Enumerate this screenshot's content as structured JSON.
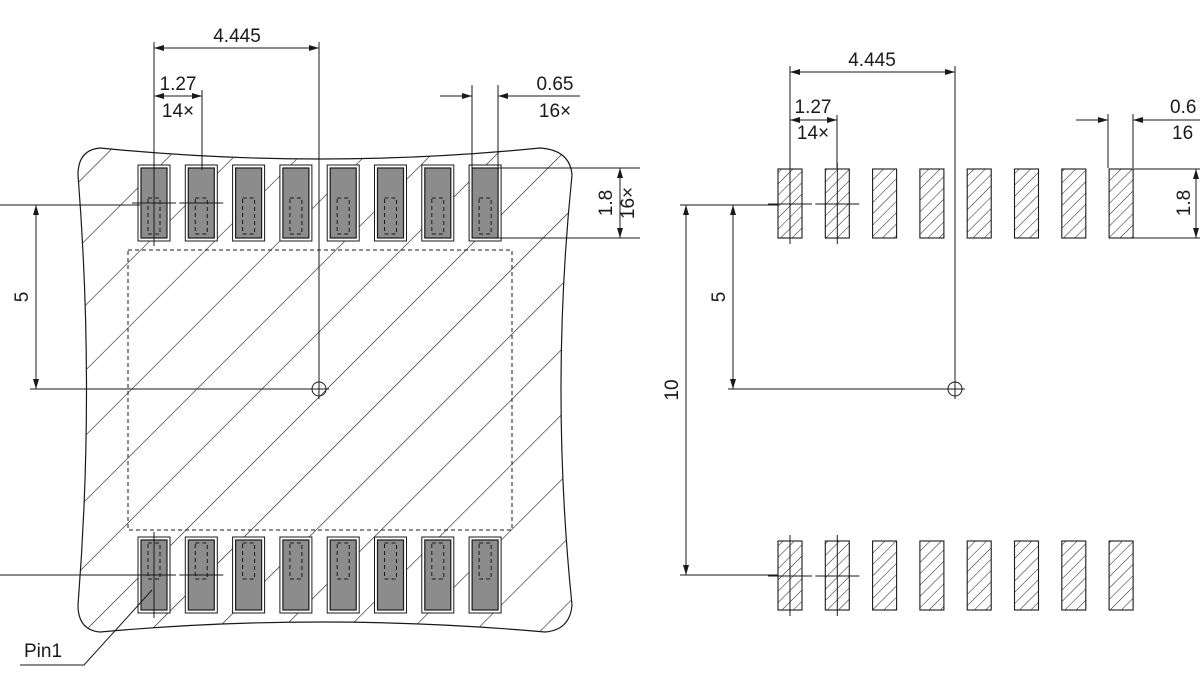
{
  "left_view": {
    "dim_pitch_total": "4.445",
    "dim_pitch": "1.27",
    "dim_pitch_count": "14×",
    "dim_pad_width": "0.65",
    "dim_pad_width_count": "16×",
    "dim_pad_length": "1.8",
    "dim_pad_length_count": "16×",
    "dim_row_offset": "5",
    "pin1_label": "Pin1"
  },
  "right_view": {
    "dim_pitch_total": "4.445",
    "dim_pitch": "1.27",
    "dim_pitch_count": "14×",
    "dim_pad_width": "0.6",
    "dim_pad_width_count": "16",
    "dim_pad_length": "1.8",
    "dim_row_offset": "5",
    "dim_row_spacing": "10"
  },
  "pads_per_row": 8,
  "colors": {
    "line": "#1a1a1a",
    "pad_fill": "#8c8c8c",
    "background": "#ffffff"
  }
}
